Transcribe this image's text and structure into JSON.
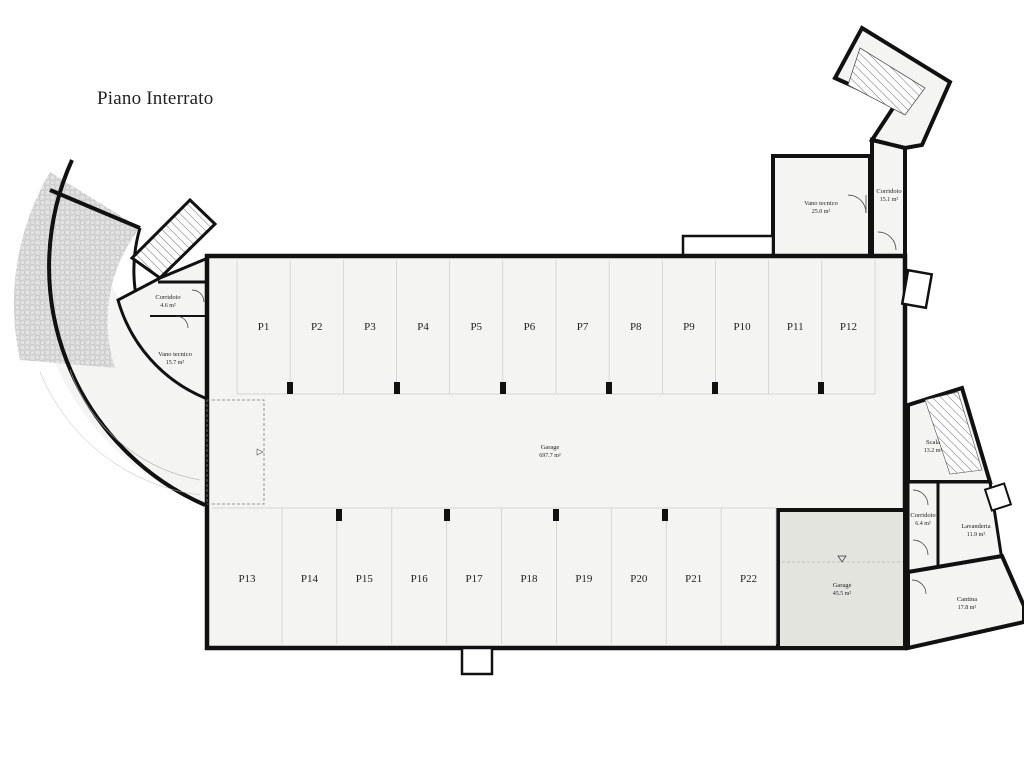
{
  "floor_title": "Piano Interrato",
  "parking_top": [
    "P1",
    "P2",
    "P3",
    "P4",
    "P5",
    "P6",
    "P7",
    "P8",
    "P9",
    "P10",
    "P11",
    "P12"
  ],
  "parking_bottom": [
    "P13",
    "P14",
    "P15",
    "P16",
    "P17",
    "P18",
    "P19",
    "P20",
    "P21",
    "P22"
  ],
  "rooms": {
    "garage_main": {
      "name": "Garage",
      "area": "697.7 m²"
    },
    "garage_small": {
      "name": "Garage",
      "area": "45.5 m²"
    },
    "vano_tecnico_top": {
      "name": "Vano tecnico",
      "area": "25.0 m²"
    },
    "corridoio_top": {
      "name": "Corridoio",
      "area": "15.1 m²"
    },
    "corridoio_left": {
      "name": "Corridoio",
      "area": "4.6 m²"
    },
    "vano_tecnico_left": {
      "name": "Vano tecnico",
      "area": "15.7 m²"
    },
    "scala": {
      "name": "Scala",
      "area": "13.2 m²"
    },
    "corridoio_right": {
      "name": "Corridoio",
      "area": "6.4 m²"
    },
    "lavanderia": {
      "name": "Lavanderia",
      "area": "11.9 m²"
    },
    "cantina": {
      "name": "Cantina",
      "area": "17.8 m²"
    }
  },
  "colors": {
    "wall": "#111111",
    "floor": "#f4f4f2",
    "garage_small_floor": "#e4e4df",
    "paving": "#dcdcdc"
  }
}
